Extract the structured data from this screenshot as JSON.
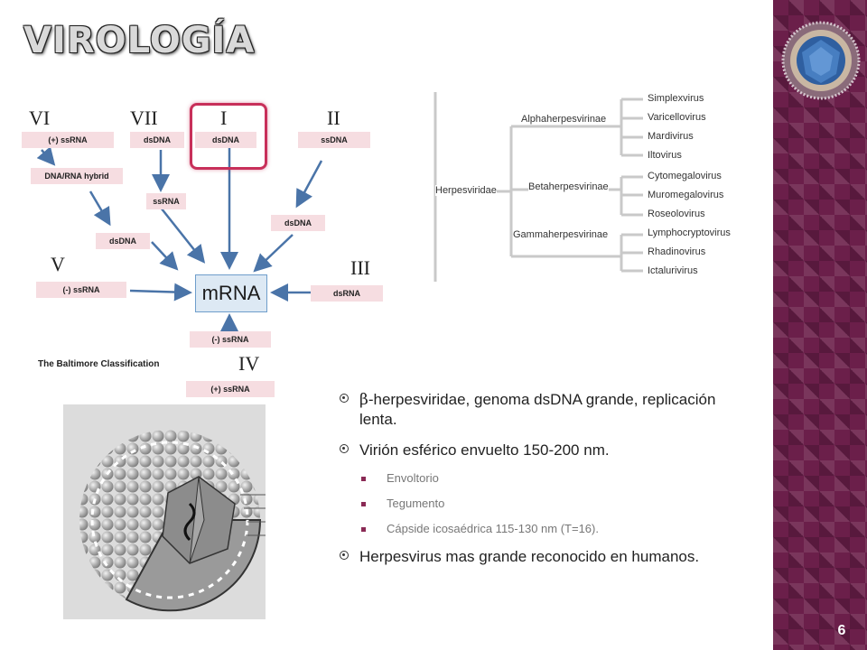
{
  "title": "VIROLOGÍA",
  "slide_number": "6",
  "baltimore": {
    "caption": "The Baltimore Classification",
    "center_label": "mRNA",
    "classes": {
      "VI": "VI",
      "VII": "VII",
      "I": "I",
      "II": "II",
      "V": "V",
      "III": "III",
      "IV": "IV"
    },
    "boxes": {
      "vi_ssrna": "(+) ssRNA",
      "vi_hybrid": "DNA/RNA hybrid",
      "vi_dsdna": "dsDNA",
      "vii_dsdna": "dsDNA",
      "vii_ssrna": "ssRNA",
      "i_dsdna": "dsDNA",
      "ii_ssdna": "ssDNA",
      "ii_dsdna": "dsDNA",
      "v_ssrna": "(-) ssRNA",
      "iii_dsrna": "dsRNA",
      "iv_minus": "(-) ssRNA",
      "iv_plus": "(+) ssRNA"
    },
    "colors": {
      "box": "#f6dde1",
      "highlight": "#c8305a",
      "mrna_box": "#dde9f4",
      "arrow": "#4a74a8"
    }
  },
  "tree": {
    "family": "Herpesviridae",
    "subfamilies": [
      {
        "name": "Alphaherpesvirinae",
        "genera": [
          "Simplexvirus",
          "Varicellovirus",
          "Mardivirus",
          "Iltovirus"
        ]
      },
      {
        "name": "Betaherpesvirinae",
        "genera": [
          "Cytomegalovirus",
          "Muromegalovirus",
          "Roseolovirus"
        ]
      },
      {
        "name": "Gammaherpesvirinae",
        "genera": [
          "Lymphocryptovirus",
          "Rhadinovirus",
          "Ictalurivirus"
        ]
      }
    ]
  },
  "bullets": {
    "b1_symbol": "β",
    "b1_text": "-herpesviridae, genoma dsDNA grande, replicación lenta.",
    "b2_text": "Virión esférico envuelto 150-200 nm.",
    "sub": [
      "Envoltorio",
      "Tegumento",
      "Cápside icosaédrica 115-130 nm (T=16)."
    ],
    "b3_text": "Herpesvirus mas grande reconocido en humanos."
  },
  "theme": {
    "band": "#6b1f4a",
    "accent": "#8a2a55"
  }
}
